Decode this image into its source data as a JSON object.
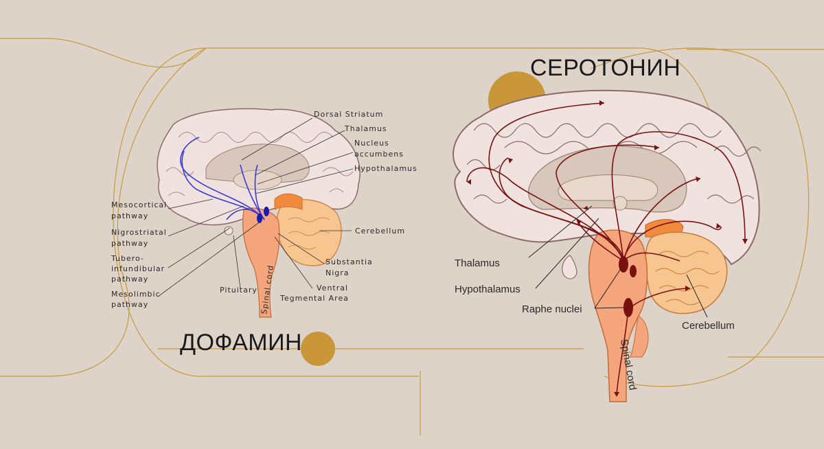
{
  "colors": {
    "background": "#ddd3c8",
    "frame_line": "#c79a3d",
    "accent_dot": "#c9973a",
    "cortex_fill": "#efe2df",
    "cortex_outline": "#8a6a6a",
    "brainstem_fill": "#f4a57b",
    "cerebellum_fill": "#f7c58f",
    "dopamine_path": "#3b3bdc",
    "serotonin_path": "#7a1010"
  },
  "dopamine": {
    "title": "ДОФАМИН",
    "labels": {
      "dorsal_striatum": "Dorsal Striatum",
      "thalamus": "Thalamus",
      "nucleus_1": "Nucleus",
      "nucleus_2": "accumbens",
      "hypothalamus": "Hypothalamus",
      "cerebellum": "Cerebellum",
      "substantia_1": "Substantia",
      "substantia_2": "Nigra",
      "ventral_1": "Ventral",
      "ventral_2": "Tegmental Area",
      "pituitary": "Pituitary",
      "spinal_cord": "Spinal cord",
      "mesocortical_1": "Mesocortical",
      "mesocortical_2": "pathway",
      "nigrostriatal_1": "Nigrostriatal",
      "nigrostriatal_2": "pathway",
      "tubero_1": "Tubero-",
      "tubero_2": "infundibular",
      "tubero_3": "pathway",
      "mesolimbic_1": "Mesolimbic",
      "mesolimbic_2": "pathway"
    }
  },
  "serotonin": {
    "title": "СЕРОТОНИН",
    "labels": {
      "thalamus": "Thalamus",
      "hypothalamus": "Hypothalamus",
      "raphe": "Raphe nuclei",
      "cerebellum": "Cerebellum",
      "spinal_cord": "Spinal cord"
    }
  }
}
